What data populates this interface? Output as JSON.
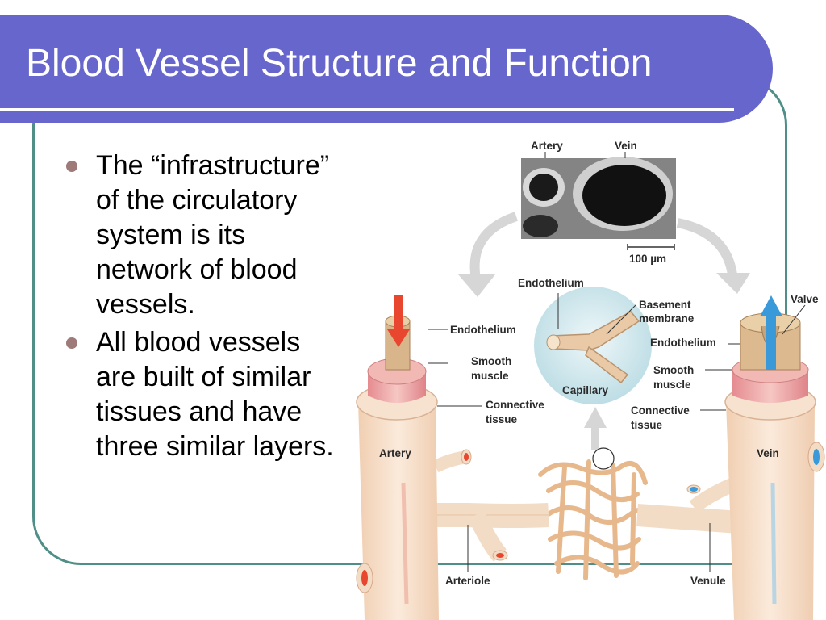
{
  "slide": {
    "title": "Blood Vessel Structure and Function",
    "bullets": [
      "The “infrastructure” of the circulatory system is its network of blood vessels.",
      "All blood vessels are built of similar tissues and have three similar layers."
    ]
  },
  "figure": {
    "labels": {
      "artery_top": "Artery",
      "vein_top": "Vein",
      "scale": "100 µm",
      "endothelium_center": "Endothelium",
      "basement_membrane": "Basement membrane",
      "capillary": "Capillary",
      "valve": "Valve",
      "endothelium_left": "Endothelium",
      "smooth_muscle_left": "Smooth muscle",
      "connective_tissue_left": "Connective tissue",
      "endothelium_right": "Endothelium",
      "smooth_muscle_right": "Smooth muscle",
      "connective_tissue_right": "Connective tissue",
      "artery": "Artery",
      "vein": "Vein",
      "arteriole": "Arteriole",
      "venule": "Venule"
    }
  },
  "colors": {
    "title_bar": "#6666cc",
    "frame": "#4f8f88",
    "bullet": "#9e7a79",
    "arterial_flow": "#e8462e",
    "venous_flow": "#3a9ad9"
  }
}
